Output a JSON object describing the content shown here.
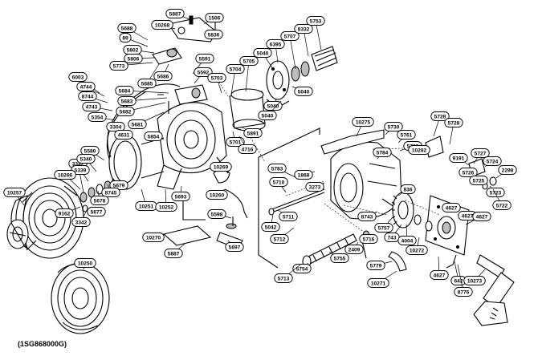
{
  "model_code": "(1SG868000G)",
  "callouts": [
    "5887",
    "1506",
    "10268",
    "5836",
    "5688",
    "89",
    "5802",
    "5806",
    "5773",
    "5685",
    "5686",
    "5591",
    "5592",
    "5684",
    "5683",
    "5682",
    "5681",
    "5705",
    "5704",
    "5703",
    "5040",
    "6395",
    "5707",
    "8332",
    "5753",
    "6003",
    "4744",
    "8744",
    "4743",
    "5354",
    "3304",
    "4631",
    "5854",
    "5040",
    "5040",
    "5891",
    "5701",
    "4716",
    "5040",
    "3342",
    "5580",
    "5340",
    "5339",
    "10266",
    "10257",
    "5679",
    "8745",
    "5678",
    "5677",
    "3342",
    "9162",
    "10251",
    "10252",
    "5693",
    "10269",
    "10260",
    "5598",
    "10270",
    "5697",
    "5887",
    "10275",
    "5730",
    "5761",
    "5762",
    "5784",
    "5783",
    "1868",
    "3273",
    "5710",
    "5711",
    "5712",
    "5042",
    "836",
    "8743",
    "5757",
    "743",
    "4004",
    "10272",
    "5716",
    "2409",
    "5755",
    "5754",
    "5713",
    "5779",
    "10271",
    "10282",
    "5728",
    "5728",
    "5727",
    "9191",
    "5724",
    "2298",
    "5726",
    "5725",
    "5723",
    "5722",
    "4627",
    "4627",
    "4627",
    "4627",
    "642",
    "8776",
    "10273",
    "10250"
  ]
}
